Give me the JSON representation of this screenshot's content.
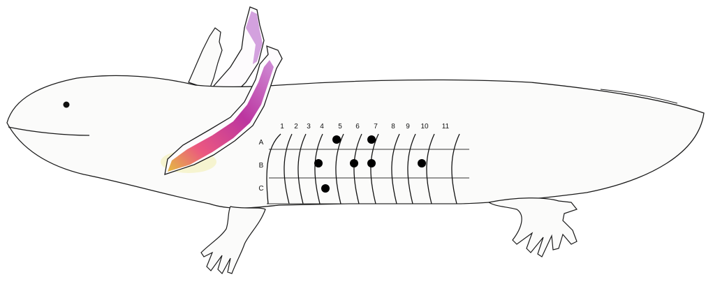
{
  "diagram": {
    "columns": [
      "1",
      "2",
      "3",
      "4",
      "5",
      "6",
      "7",
      "8",
      "9",
      "10",
      "11"
    ],
    "rows": [
      "A",
      "B",
      "C"
    ],
    "marked_cells": [
      {
        "row": "A",
        "col": "5"
      },
      {
        "row": "A",
        "col": "7"
      },
      {
        "row": "B",
        "col": "4"
      },
      {
        "row": "B",
        "col": "6"
      },
      {
        "row": "B",
        "col": "7"
      },
      {
        "row": "B",
        "col": "10"
      },
      {
        "row": "C",
        "col": "4"
      }
    ],
    "colors": {
      "gill_pigment": "#c0149a",
      "gill_accent": "#e83b6a",
      "skin_tint": "#e8e070",
      "outline": "#1a1a1a",
      "marker": "#000000"
    }
  }
}
